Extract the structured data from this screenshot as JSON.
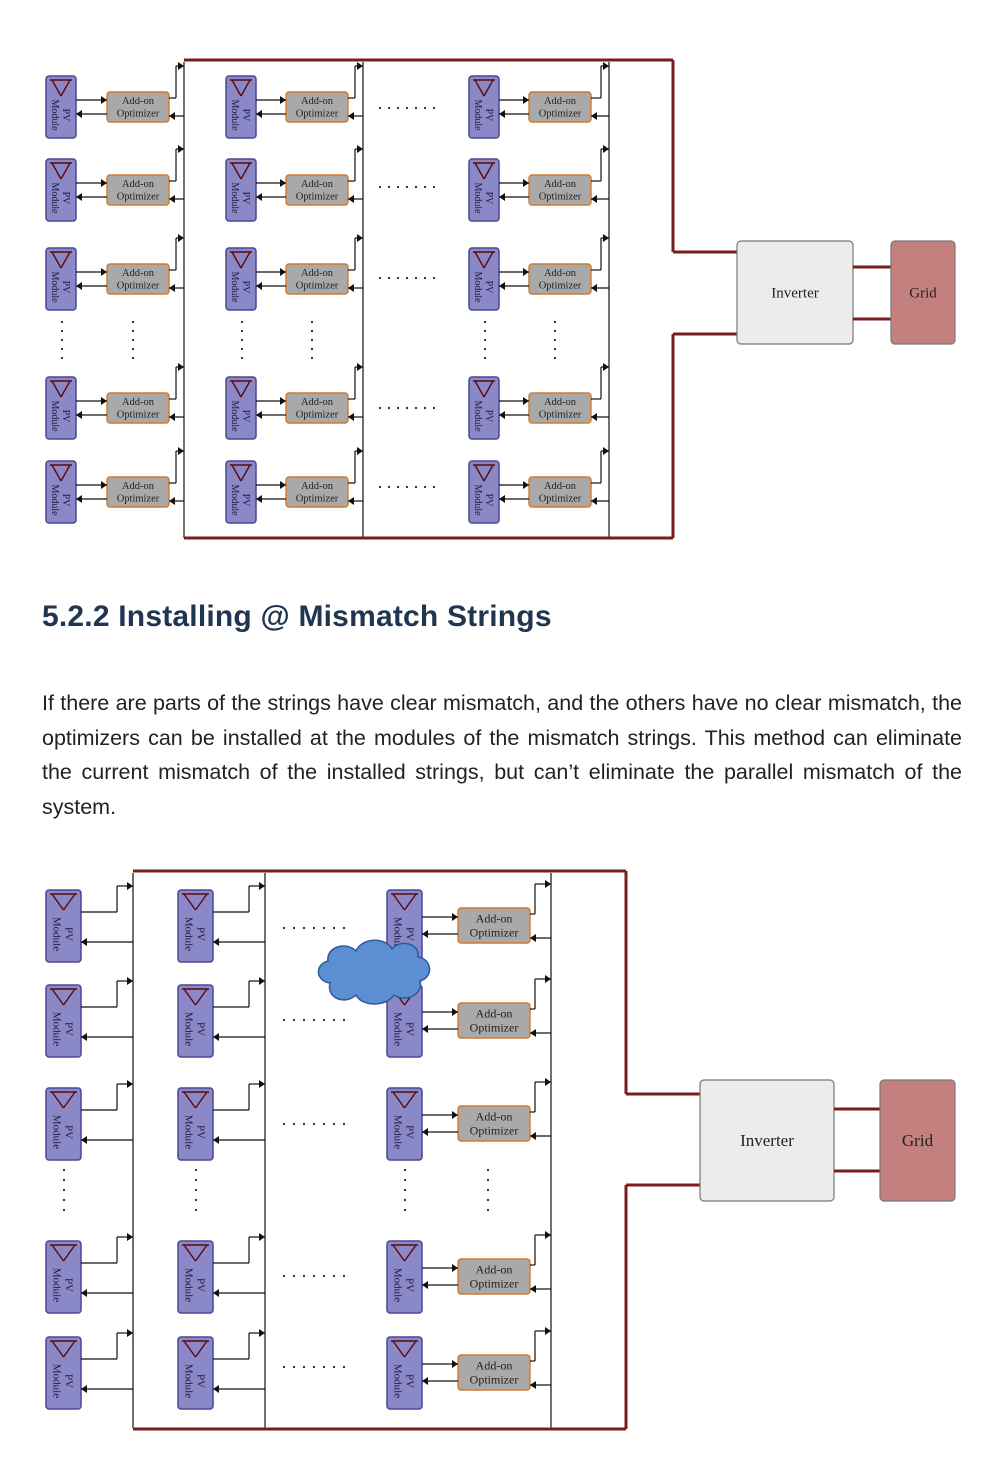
{
  "labels": {
    "pv_line1": "PV",
    "pv_line2": "Module",
    "opt_line1": "Add-on",
    "opt_line2": "Optimizer",
    "inverter": "Inverter",
    "grid": "Grid"
  },
  "section": {
    "heading": "5.2.2 Installing @ Mismatch Strings",
    "paragraph": "If there are parts of the strings have clear mismatch, and the others have no clear mismatch, the optimizers can be installed at the modules of the mismatch strings. This method can eliminate the current mismatch of the installed strings, but can’t eliminate the parallel mismatch of the system."
  },
  "colors": {
    "pv_fill": "#8b88c8",
    "pv_stroke": "#4a4890",
    "optimizer_fill": "#a9a9a9",
    "optimizer_stroke": "#d27a2a",
    "bus": "#7a1c1c",
    "inverter_fill": "#ececec",
    "grid_fill": "#c47f7f",
    "cloud_fill": "#5b8fd2"
  },
  "icons": {
    "pv_symbol": "pv-diode-icon",
    "shading": "cloud-icon"
  }
}
